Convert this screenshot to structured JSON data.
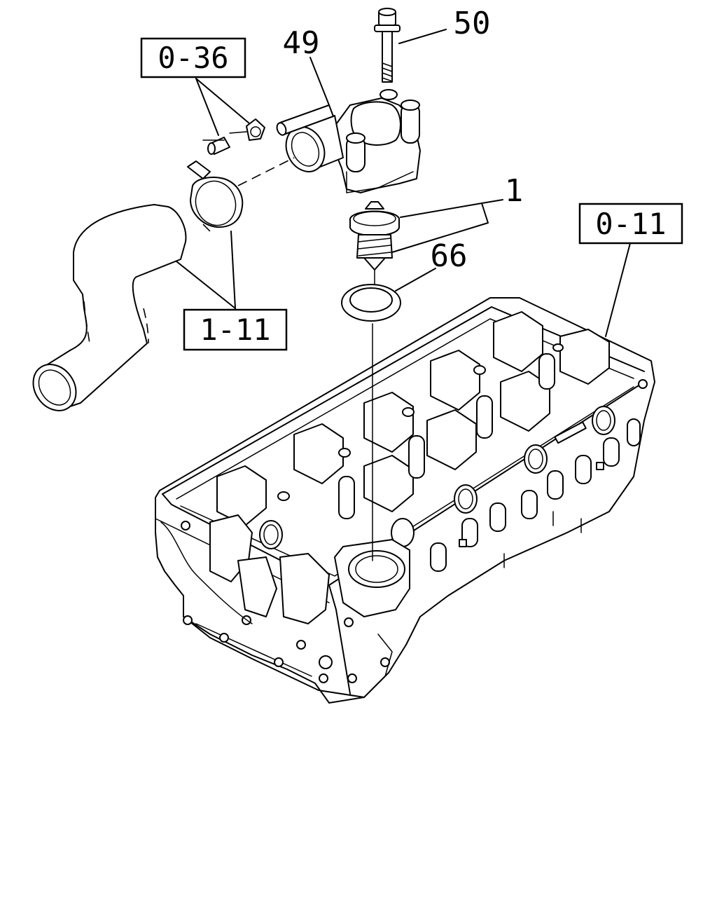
{
  "callouts": {
    "ref_0_36": "0-36",
    "ref_0_11": "0-11",
    "ref_1_11": "1-11",
    "part_49": "49",
    "part_50": "50",
    "part_1": "1",
    "part_66": "66"
  }
}
